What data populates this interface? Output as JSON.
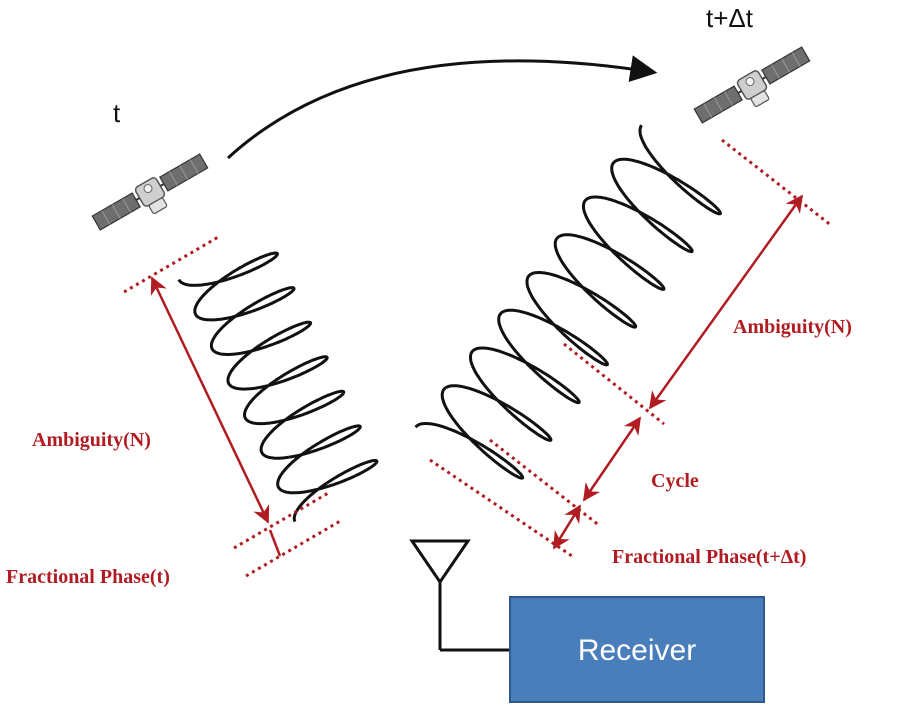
{
  "labels": {
    "time_t": "t",
    "time_t_dt": "t+Δt",
    "ambiguity_left": "Ambiguity(N)",
    "fractional_left": "Fractional Phase(t)",
    "ambiguity_right": "Ambiguity(N)",
    "cycle": "Cycle",
    "fractional_right": "Fractional Phase(t+Δt)",
    "receiver": "Receiver"
  },
  "colors": {
    "annotation": "#b01c22",
    "receiver_fill": "#4a7ebb",
    "receiver_stroke": "#2c5a8f",
    "wave": "#111111",
    "satellite_body": "#cfcfcf",
    "satellite_panel": "#6e6e6e"
  },
  "icons": {
    "satellite_left": "satellite-icon",
    "satellite_right": "satellite-icon",
    "antenna": "antenna-icon"
  }
}
